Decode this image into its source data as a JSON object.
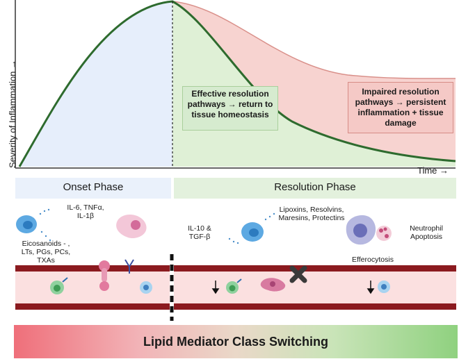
{
  "axes": {
    "y_label": "Severity of Inflammation →",
    "x_label": "Time →"
  },
  "annotations": {
    "effective": "Effective resolution pathways → return to tissue homeostasis",
    "impaired": "Impaired resolution pathways → persistent inflammation + tissue damage"
  },
  "phases": {
    "onset": "Onset Phase",
    "resolution": "Resolution Phase"
  },
  "onset_labels": {
    "cytokines_1": "IL-6, TNFα,",
    "cytokines_2": "IL-1β",
    "eico_1": "Eicosanoids - ,",
    "eico_2": "LTs, PGs, PCs,",
    "eico_3": "TXAs"
  },
  "resolution_labels": {
    "il10_1": "IL-10 &",
    "il10_2": "TGF-β",
    "spm_1": "Lipoxins, Resolvins,",
    "spm_2": "Maresins, Protectins",
    "neut_1": "Neutrophil",
    "neut_2": "Apoptosis",
    "efferocytosis": "Efferocytosis"
  },
  "banner": "Lipid Mediator Class Switching",
  "colors": {
    "curve": "#2e6b2e",
    "onset_fill": "#e6eefb",
    "effective_fill": "#dff0d6",
    "impaired_fill": "#f7d3d0",
    "vessel_wall": "#8b1a1f",
    "vessel_lumen": "#fbe0e0"
  }
}
